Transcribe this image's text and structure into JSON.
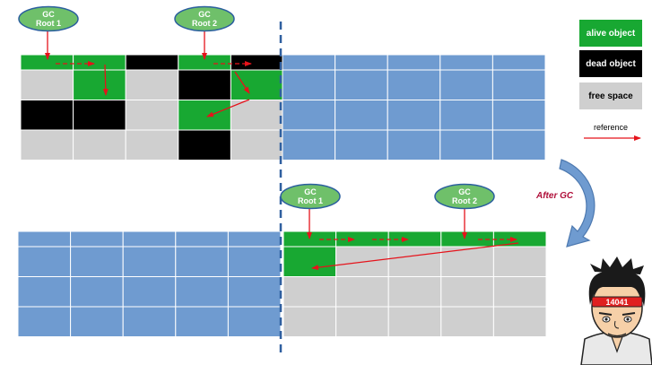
{
  "before": {
    "rows": [
      [
        "alive",
        "alive",
        "dead",
        "alive",
        "dead"
      ],
      [
        "free",
        "alive",
        "free",
        "dead",
        "alive"
      ],
      [
        "dead",
        "dead",
        "free",
        "alive",
        "free"
      ],
      [
        "free",
        "free",
        "free",
        "dead",
        "free"
      ]
    ],
    "root1": {
      "line1": "GC",
      "line2": "Root 1"
    },
    "root2": {
      "line1": "GC",
      "line2": "Root 2"
    }
  },
  "after": {
    "rows": [
      [
        "alive",
        "alive",
        "alive",
        "alive",
        "alive"
      ],
      [
        "alive",
        "free",
        "free",
        "free",
        "free"
      ],
      [
        "free",
        "free",
        "free",
        "free",
        "free"
      ],
      [
        "free",
        "free",
        "free",
        "free",
        "free"
      ]
    ],
    "root1": {
      "line1": "GC",
      "line2": "Root 1"
    },
    "root2": {
      "line1": "GC",
      "line2": "Root 2"
    }
  },
  "legend": {
    "alive": "alive object",
    "dead": "dead object",
    "free": "free space",
    "reference": "reference"
  },
  "transition_label": "After GC",
  "avatar": {
    "headband_text": "14041"
  },
  "colors": {
    "alive": "#18a832",
    "dead": "#000000",
    "free": "#cfcfcf",
    "unused": "#6f9bd0",
    "reference": "#e5131b",
    "divider": "#2f5f9f",
    "root_fill": "#6fc06a",
    "root_stroke": "#2b5f9e"
  }
}
